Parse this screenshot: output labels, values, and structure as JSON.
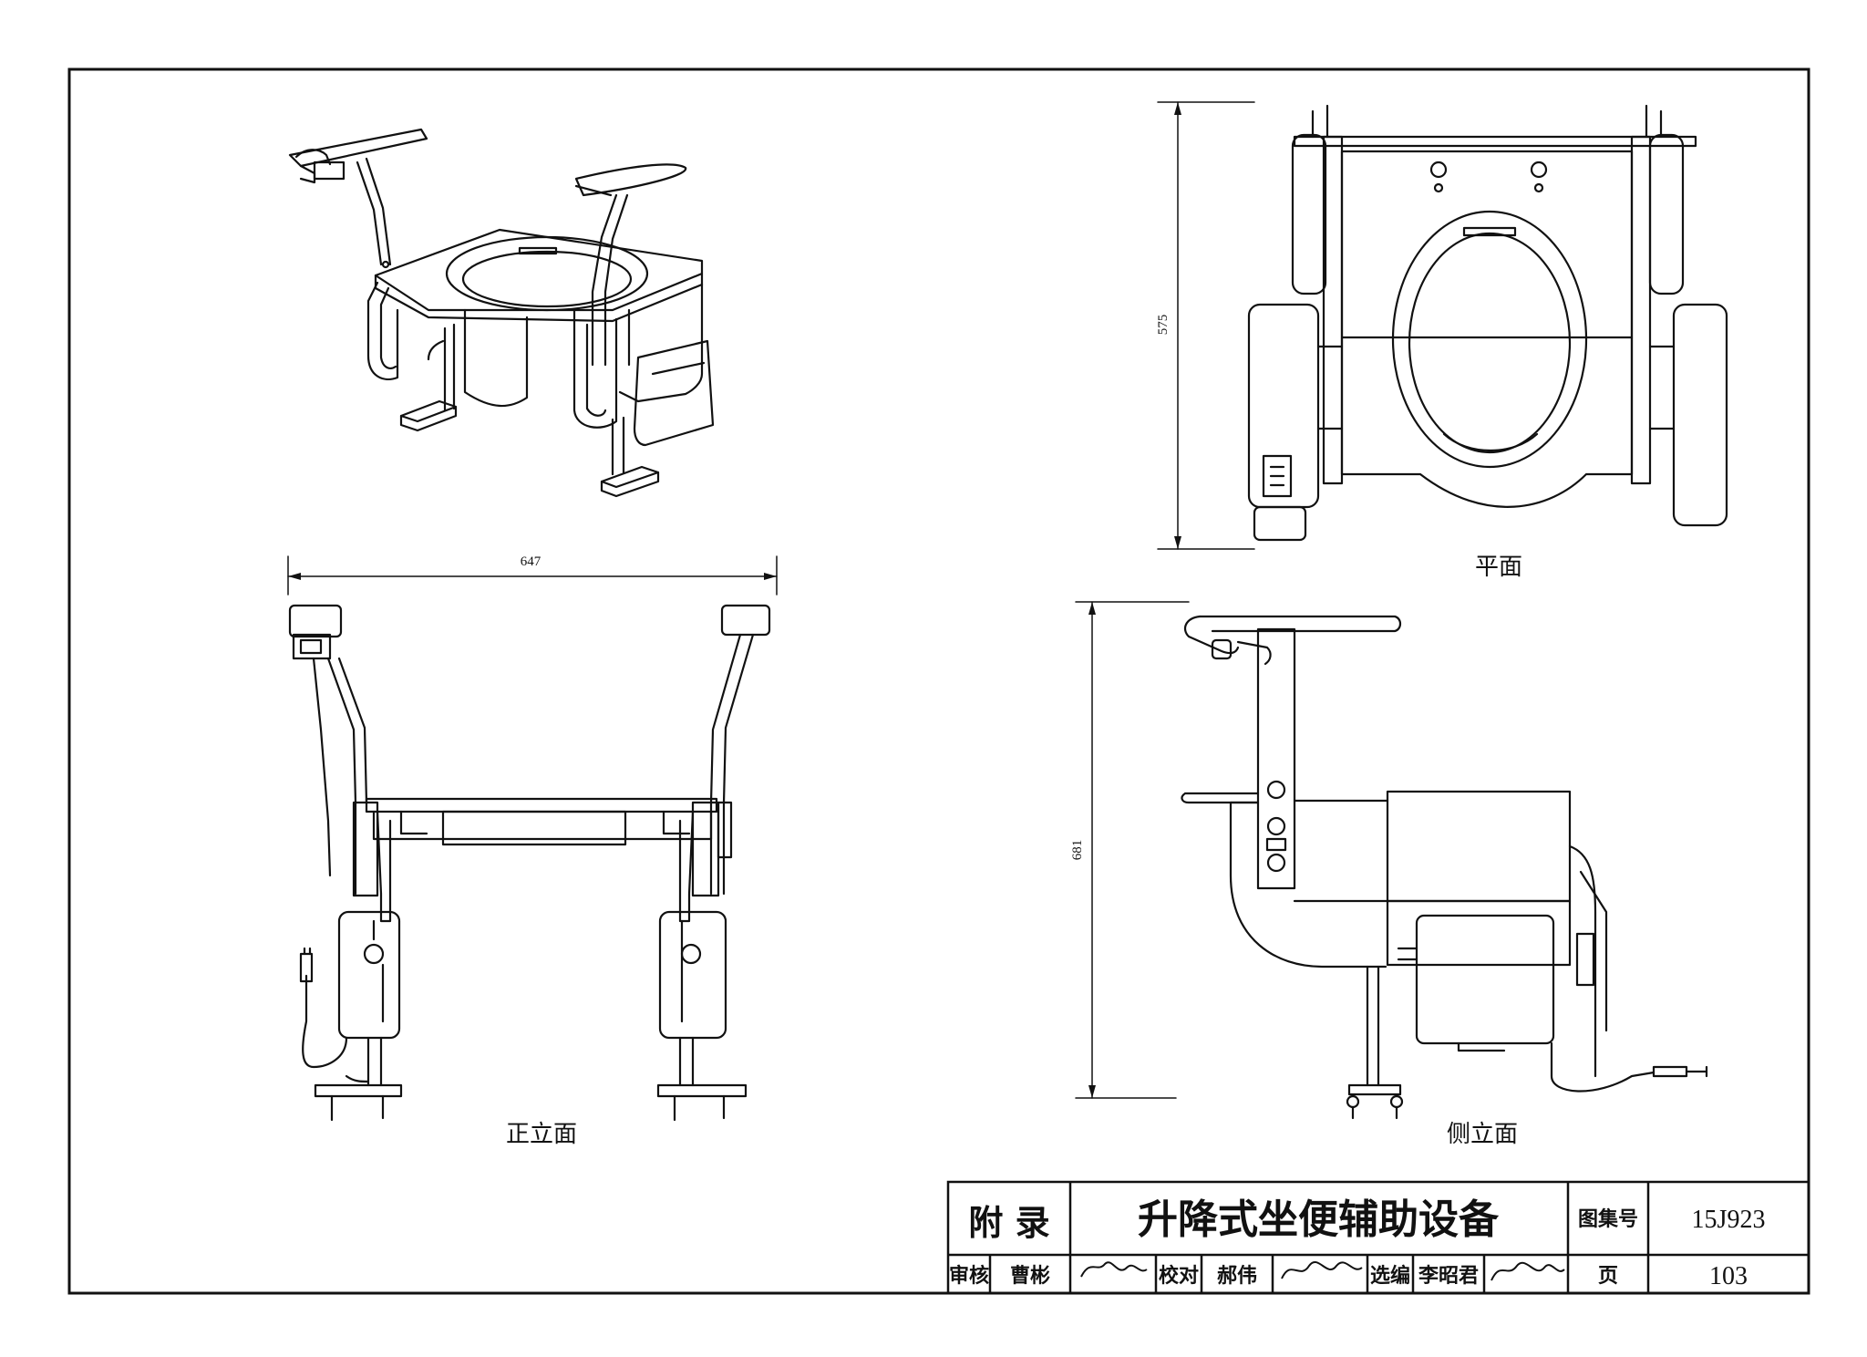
{
  "views": {
    "plan": {
      "caption": "平面",
      "dimension": "575"
    },
    "front": {
      "caption": "正立面",
      "dimension": "647"
    },
    "side": {
      "caption": "侧立面",
      "dimension": "681"
    }
  },
  "title_block": {
    "section": "附 录",
    "title": "升降式坐便辅助设备",
    "atlas_label": "图集号",
    "atlas_no": "15J923",
    "review_label": "审核",
    "reviewer": "曹彬",
    "check_label": "校对",
    "checker": "郝伟",
    "compile_label": "选编",
    "compiler": "李昭君",
    "page_label": "页",
    "page_no": "103"
  }
}
